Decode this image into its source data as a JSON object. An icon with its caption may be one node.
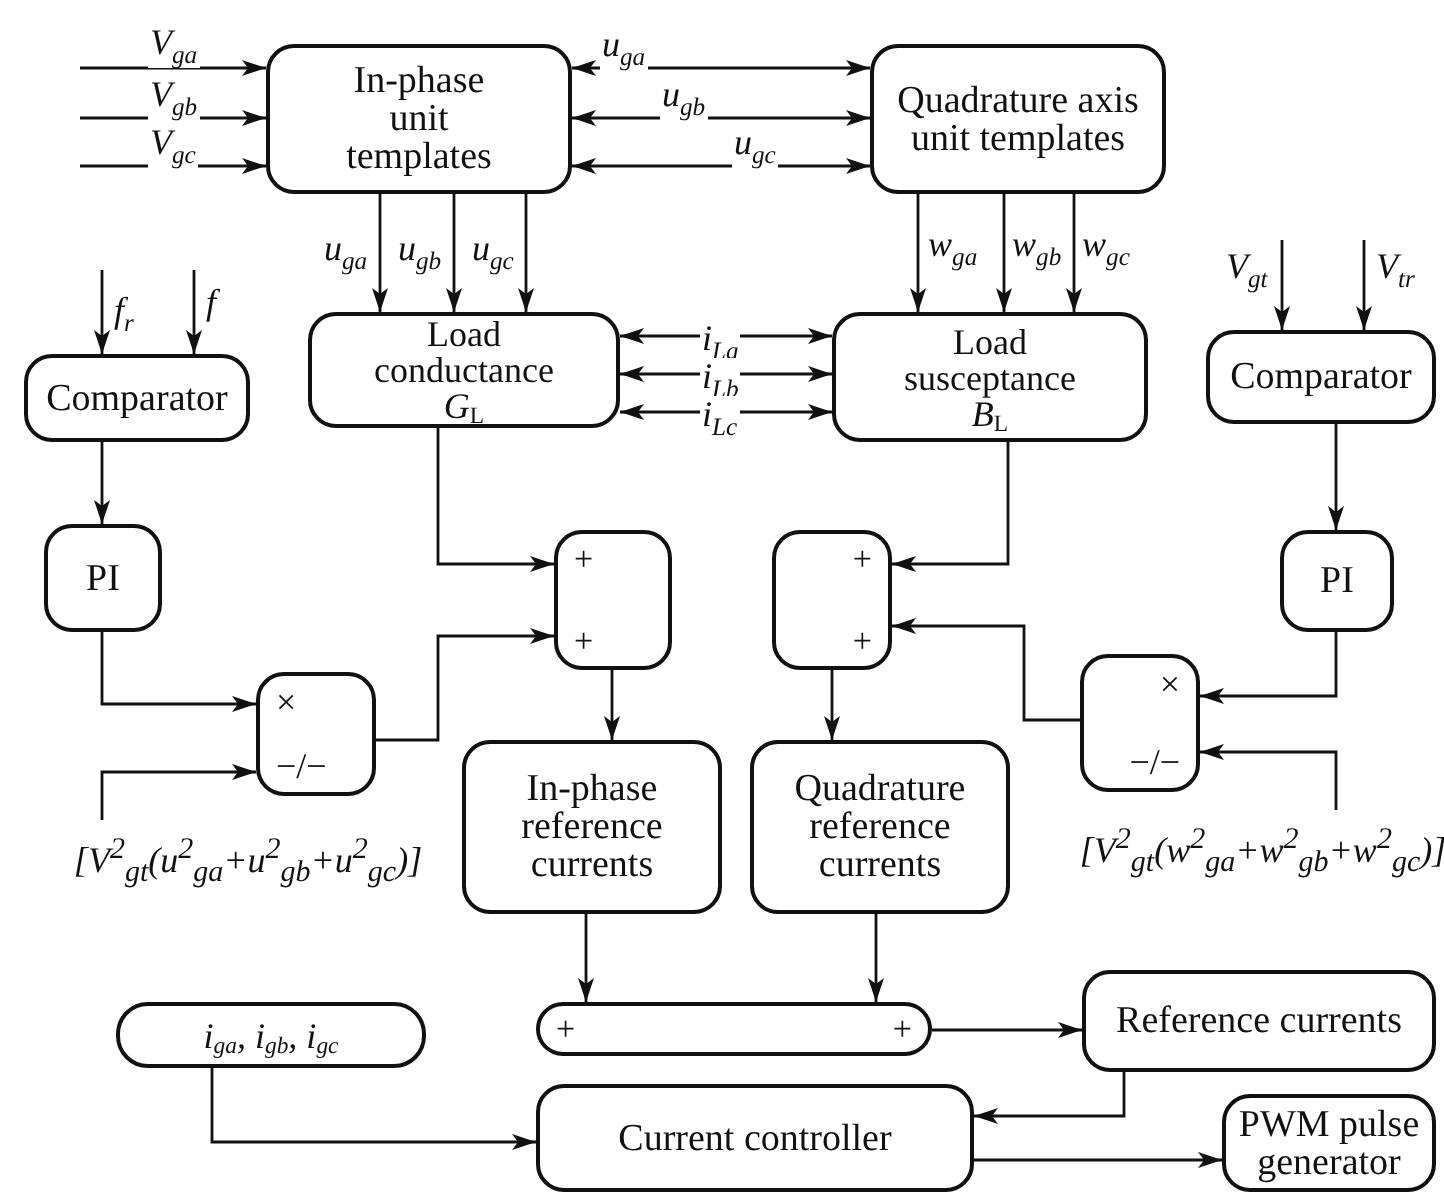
{
  "diagram": {
    "nodes": [
      {
        "text": [
          "In-phase unit templates"
        ]
      },
      {
        "text": [
          "Quadrature axis unit templates"
        ]
      },
      {
        "text": [
          "Load conductance",
          "*G*$_{L}$"
        ]
      },
      {
        "text": [
          "Load susceptance",
          "*B*$_{L}$"
        ]
      },
      {
        "text": [
          "Comparator"
        ]
      },
      {
        "text": [
          "Comparator"
        ]
      },
      {
        "text": [
          "PI"
        ]
      },
      {
        "text": [
          "PI"
        ]
      },
      {
        "text": [
          "+",
          "+"
        ]
      },
      {
        "text": [
          "+",
          "+"
        ]
      },
      {
        "text": [
          "×",
          "−/−"
        ]
      },
      {
        "text": [
          "×",
          "−/−"
        ]
      },
      {
        "text": [
          "In-phase reference currents"
        ]
      },
      {
        "text": [
          "Quadrature reference currents"
        ]
      },
      {
        "text": [
          "+",
          "+"
        ]
      },
      {
        "text": [
          "Reference currents"
        ]
      },
      {
        "text": [
          "*i*$_{ga}$, *i*$_{gb}$, *i*$_{gc}$"
        ]
      },
      {
        "text": [
          "Current controller"
        ]
      },
      {
        "text": [
          "PWM pulse generator"
        ]
      },
      {
        "text": [
          "[*V*$^{2}$$_{gt}$(*u*$^{2}$$_{ga}$+*u*$^{2}$$_{gb}$+*u*$^{2}$$_{gc}$)]"
        ]
      },
      {
        "text": [
          "[*V*$^{2}$$_{gt}$(*w*$^{2}$$_{ga}$+*w*$^{2}$$_{gb}$+*w*$^{2}$$_{gc}$)]"
        ]
      }
    ],
    "edges": [
      {
        "from": null,
        "to": 0,
        "arrow": "to",
        "label": "V$_{ga}$"
      },
      {
        "from": null,
        "to": 0,
        "arrow": "to",
        "label": "V$_{gb}$"
      },
      {
        "from": null,
        "to": 0,
        "arrow": "to",
        "label": "V$_{gc}$"
      },
      {
        "from": 0,
        "to": 1,
        "arrow": "both",
        "label": "u$_{ga}$"
      },
      {
        "from": 0,
        "to": 1,
        "arrow": "both",
        "label": "u$_{gb}$"
      },
      {
        "from": 0,
        "to": 1,
        "arrow": "both",
        "label": "u$_{gc}$"
      },
      {
        "from": 0,
        "to": 2,
        "arrow": "to",
        "label": "u$_{ga}$"
      },
      {
        "from": 0,
        "to": 2,
        "arrow": "to",
        "label": "u$_{gb}$"
      },
      {
        "from": 0,
        "to": 2,
        "arrow": "to",
        "label": "u$_{gc}$"
      },
      {
        "from": 1,
        "to": 3,
        "arrow": "to",
        "label": "w$_{ga}$"
      },
      {
        "from": 1,
        "to": 3,
        "arrow": "to",
        "label": "w$_{gb}$"
      },
      {
        "from": 1,
        "to": 3,
        "arrow": "to",
        "label": "w$_{gc}$"
      },
      {
        "from": null,
        "to": 4,
        "arrow": "to",
        "label": "f$_{r}$"
      },
      {
        "from": null,
        "to": 4,
        "arrow": "to",
        "label": "f"
      },
      {
        "from": null,
        "to": 5,
        "arrow": "to",
        "label": "V$_{gt}$"
      },
      {
        "from": null,
        "to": 5,
        "arrow": "to",
        "label": "V$_{tr}$"
      },
      {
        "from": 2,
        "to": 3,
        "arrow": "both",
        "label": "i$_{La}$"
      },
      {
        "from": 2,
        "to": 3,
        "arrow": "both",
        "label": "i$_{Lb}$"
      },
      {
        "from": 2,
        "to": 3,
        "arrow": "both",
        "label": "i$_{Lc}$"
      },
      {
        "from": 4,
        "to": 6,
        "arrow": "to"
      },
      {
        "from": 5,
        "to": 7,
        "arrow": "to"
      },
      {
        "from": 2,
        "to": 8,
        "arrow": "to"
      },
      {
        "from": 3,
        "to": 9,
        "arrow": "to"
      },
      {
        "from": 6,
        "to": 10,
        "arrow": "to"
      },
      {
        "from": 19,
        "to": 10,
        "arrow": "to"
      },
      {
        "from": 10,
        "to": 8,
        "arrow": "to"
      },
      {
        "from": 7,
        "to": 11,
        "arrow": "to"
      },
      {
        "from": 20,
        "to": 11,
        "arrow": "to"
      },
      {
        "from": 11,
        "to": 9,
        "arrow": "to"
      },
      {
        "from": 8,
        "to": 12,
        "arrow": "to"
      },
      {
        "from": 9,
        "to": 13,
        "arrow": "to"
      },
      {
        "from": 12,
        "to": 14,
        "arrow": "to"
      },
      {
        "from": 13,
        "to": 14,
        "arrow": "to"
      },
      {
        "from": 14,
        "to": 15,
        "arrow": "to"
      },
      {
        "from": 15,
        "to": 17,
        "arrow": "to"
      },
      {
        "from": 16,
        "to": 17,
        "arrow": "to"
      },
      {
        "from": 17,
        "to": 18,
        "arrow": "to"
      }
    ]
  }
}
